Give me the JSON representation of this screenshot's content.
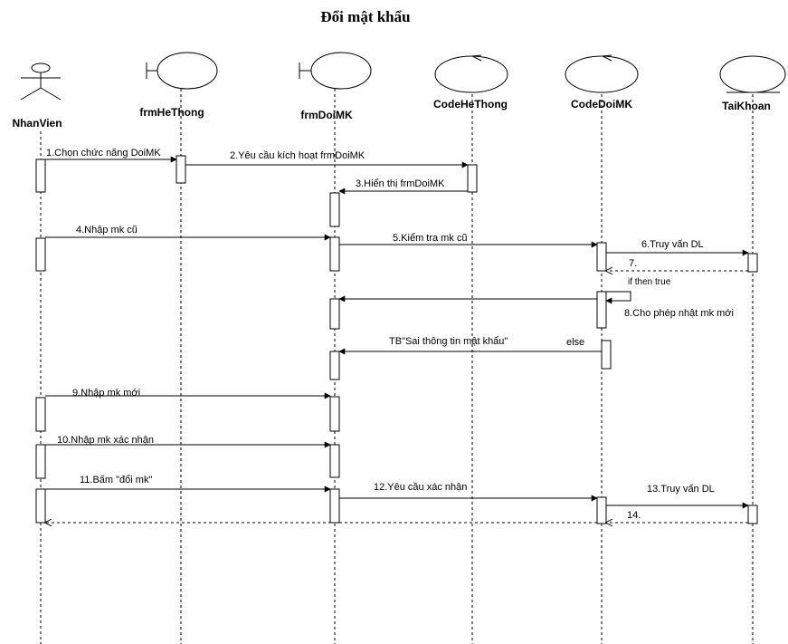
{
  "title": "Đổi mật khẩu",
  "lifelines": [
    {
      "id": "nv",
      "label": "NhanVien",
      "kind": "actor"
    },
    {
      "id": "fht",
      "label": "frmHeThong",
      "kind": "boundary"
    },
    {
      "id": "fdm",
      "label": "frmDoiMK",
      "kind": "boundary"
    },
    {
      "id": "cht",
      "label": "CodeHeThong",
      "kind": "control"
    },
    {
      "id": "cdm",
      "label": "CodeDoiMK",
      "kind": "control"
    },
    {
      "id": "tk",
      "label": "TaiKhoan",
      "kind": "entity"
    }
  ],
  "messages": [
    {
      "label": "1.Chọn chức năng DoiMK",
      "from": "nv",
      "to": "fht",
      "style": "sync"
    },
    {
      "label": "2.Yêu cầu kích hoạt frmDoiMK",
      "from": "fht",
      "to": "cht",
      "style": "sync"
    },
    {
      "label": "3.Hiển thị frmDoiMK",
      "from": "cht",
      "to": "fdm",
      "style": "sync"
    },
    {
      "label": "4.Nhập mk cũ",
      "from": "nv",
      "to": "fdm",
      "style": "sync"
    },
    {
      "label": "5.Kiểm tra mk cũ",
      "from": "fdm",
      "to": "cdm",
      "style": "sync"
    },
    {
      "label": "6.Truy vấn DL",
      "from": "cdm",
      "to": "tk",
      "style": "sync"
    },
    {
      "label": "7.",
      "from": "tk",
      "to": "cdm",
      "style": "return"
    },
    {
      "label": "",
      "from": "cdm",
      "to": "fdm",
      "style": "sync"
    },
    {
      "label": "8.Cho phép nhật mk mới",
      "from": "cdm",
      "to": "cdm",
      "style": "self"
    },
    {
      "label": "TB\"Sai thông tin mật khẩu\"",
      "from": "cdm",
      "to": "fdm",
      "style": "sync"
    },
    {
      "label": "9.Nhập mk mới",
      "from": "nv",
      "to": "fdm",
      "style": "sync"
    },
    {
      "label": "10.Nhập mk xác nhận",
      "from": "nv",
      "to": "fdm",
      "style": "sync"
    },
    {
      "label": "11.Bấm \"đổi mk\"",
      "from": "nv",
      "to": "fdm",
      "style": "sync"
    },
    {
      "label": "12.Yêu cầu xác nhận",
      "from": "fdm",
      "to": "cdm",
      "style": "sync"
    },
    {
      "label": "13.Truy vấn DL",
      "from": "cdm",
      "to": "tk",
      "style": "sync"
    },
    {
      "label": "14.",
      "from": "tk",
      "to": "cdm",
      "style": "return"
    },
    {
      "label": "",
      "from": "cdm",
      "to": "nv",
      "style": "return"
    }
  ],
  "notes": [
    {
      "label": "if then true"
    },
    {
      "label": "else"
    }
  ]
}
